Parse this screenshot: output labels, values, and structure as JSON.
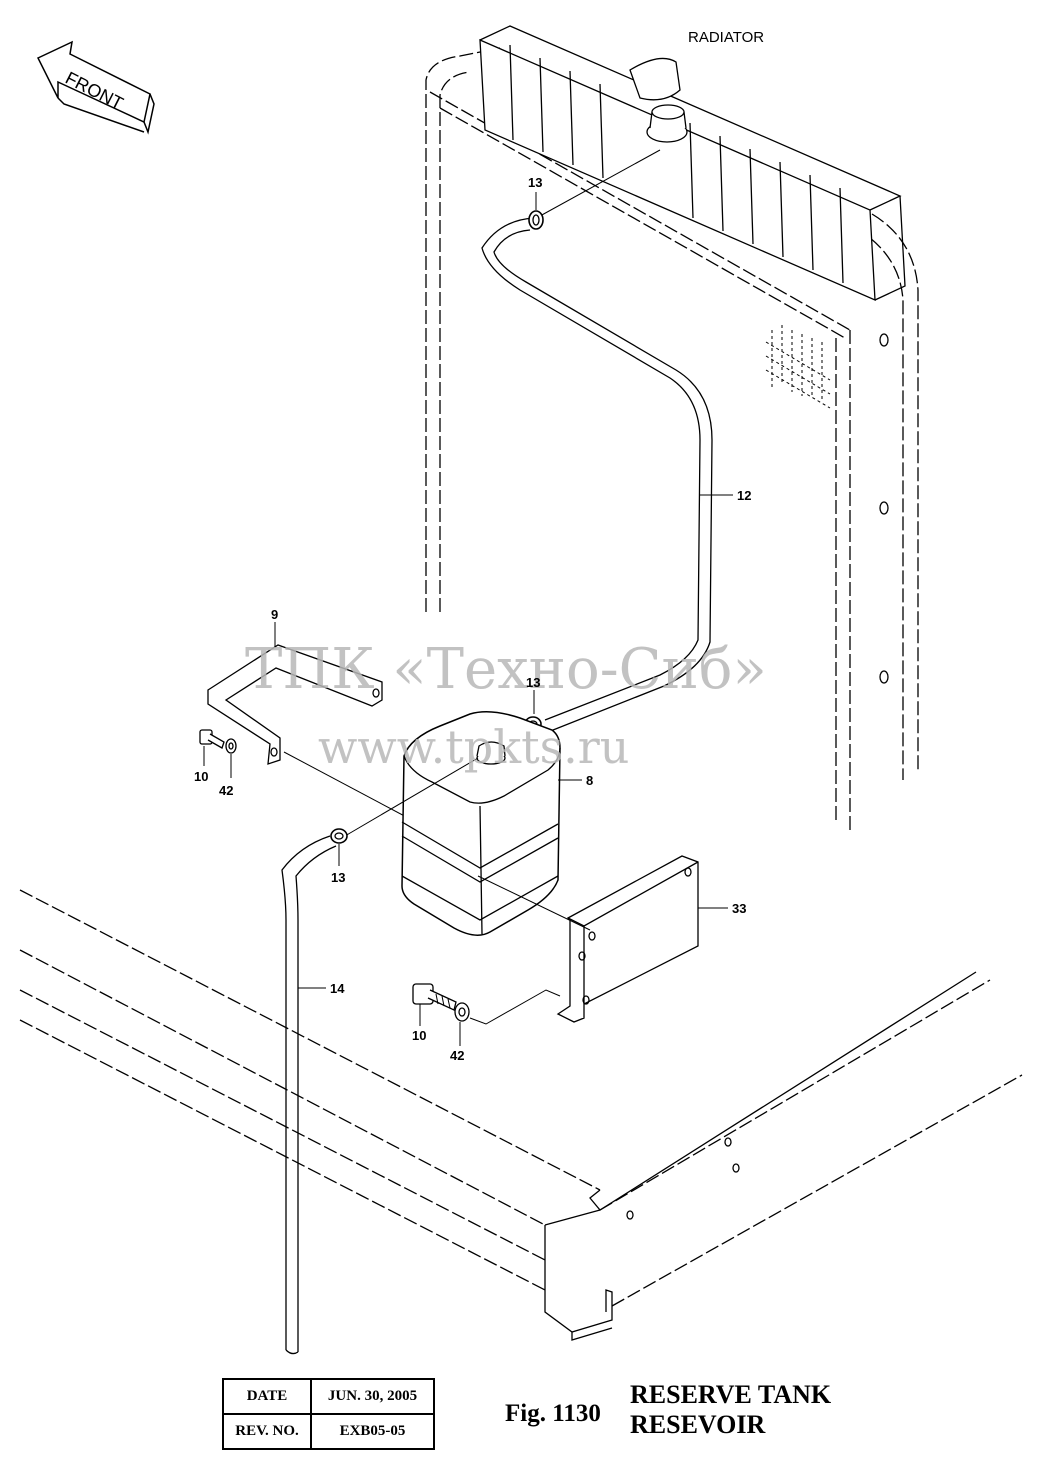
{
  "figure": {
    "front_label": "FRONT",
    "radiator_label": "RADIATOR",
    "fig_number": "Fig. 1130",
    "title_line1": "RESERVE TANK",
    "title_line2": "RESEVOIR"
  },
  "callouts": {
    "hose_clamp_upper": "13",
    "hose_upper": "12",
    "bracket_upper": "9",
    "hose_clamp_mid": "13",
    "bolt_upper": "10",
    "washer_upper": "42",
    "tank": "8",
    "hose_clamp_lower": "13",
    "bracket_lower": "33",
    "hose_lower": "14",
    "bolt_lower": "10",
    "washer_lower": "42"
  },
  "info_table": {
    "date_label": "DATE",
    "date_value": "JUN. 30, 2005",
    "rev_label": "REV. NO.",
    "rev_value": "EXB05-05"
  },
  "watermark": {
    "line1": "ТПК «Техно-Сиб»",
    "line2": "www.tpkts.ru"
  }
}
